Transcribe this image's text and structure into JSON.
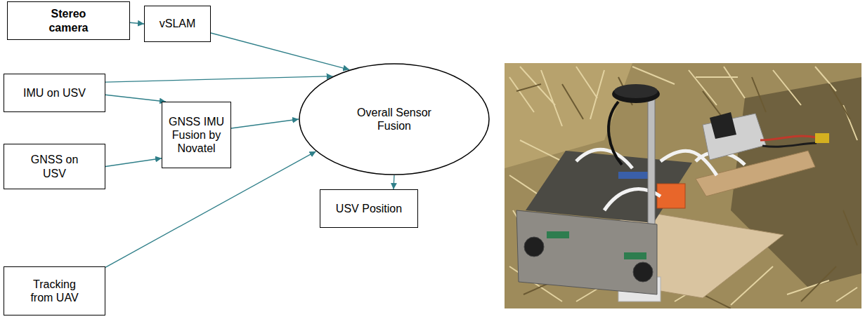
{
  "diagram": {
    "nodes": [
      {
        "text": [
          "Stereo camera"
        ]
      },
      {
        "text": [
          "vSLAM"
        ]
      },
      {
        "text": [
          "IMU on USV"
        ]
      },
      {
        "text": [
          "GNSS IMU Fusion by Novatel"
        ]
      },
      {
        "text": [
          "Overall Sensor Fusion"
        ]
      },
      {
        "text": [
          "GNSS on USV"
        ]
      },
      {
        "text": [
          "USV Position"
        ]
      },
      {
        "text": [
          "Tracking from UAV"
        ]
      }
    ],
    "edges": [
      {
        "from": 0,
        "to": 1,
        "arrow": "to"
      },
      {
        "from": 1,
        "to": 4,
        "arrow": "to"
      },
      {
        "from": 2,
        "to": 4,
        "arrow": "to"
      },
      {
        "from": 2,
        "to": 3,
        "arrow": "to"
      },
      {
        "from": 5,
        "to": 3,
        "arrow": "to"
      },
      {
        "from": 3,
        "to": 4,
        "arrow": "to"
      },
      {
        "from": 7,
        "to": 4,
        "arrow": "to"
      },
      {
        "from": 4,
        "to": 6,
        "arrow": "to"
      }
    ]
  }
}
